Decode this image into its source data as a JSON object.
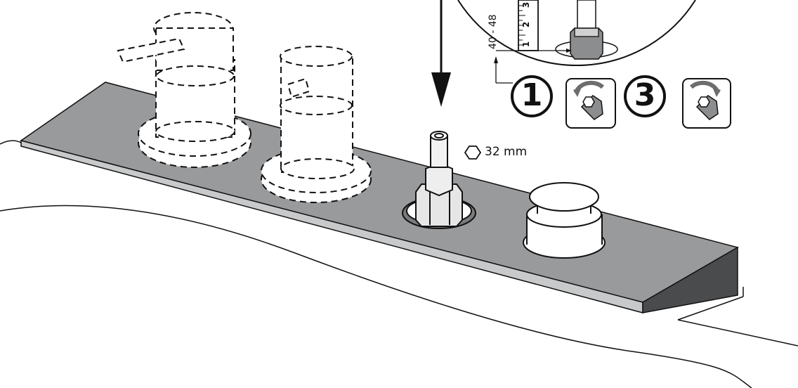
{
  "labels": {
    "nut_size": "32 mm",
    "height_range": "40 - 48",
    "step_one": "1",
    "step_three": "3",
    "ruler_ticks": [
      "1",
      "2",
      "3"
    ]
  }
}
